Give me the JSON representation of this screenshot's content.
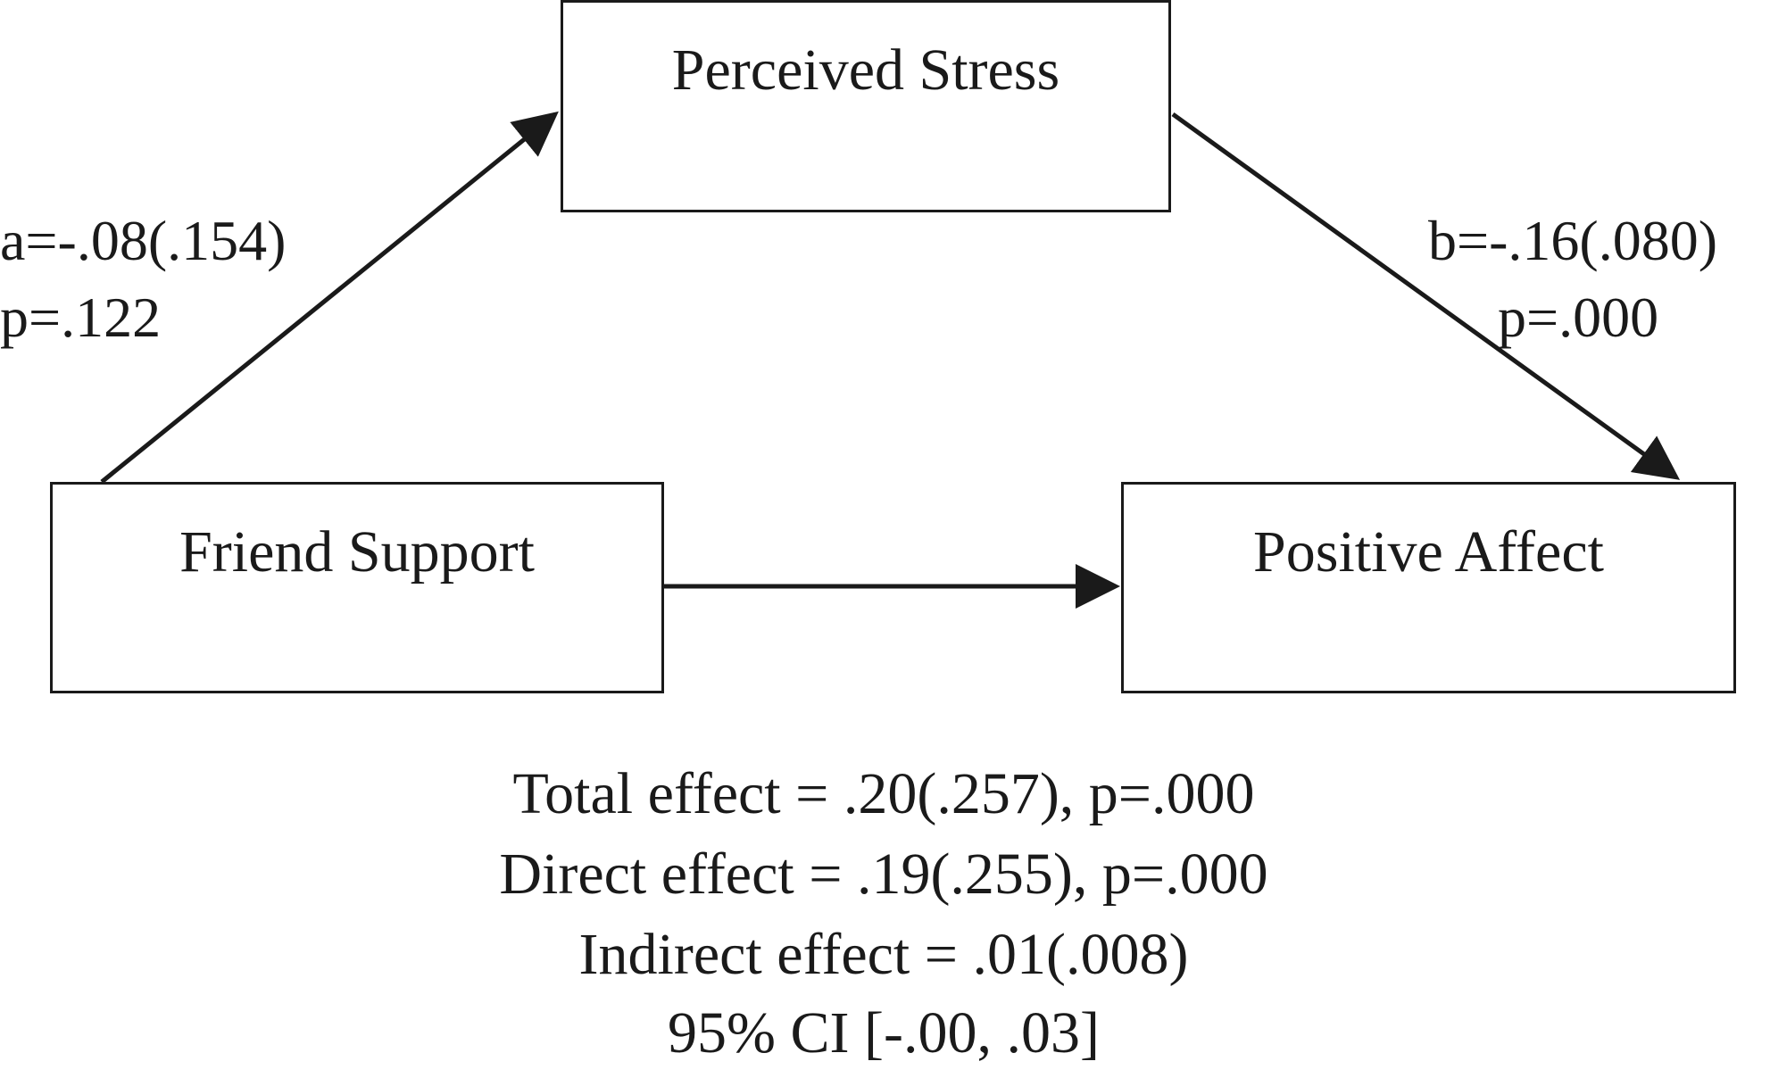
{
  "nodes": {
    "mediator": {
      "label": "Perceived Stress"
    },
    "predictor": {
      "label": "Friend Support"
    },
    "outcome": {
      "label": "Positive Affect"
    }
  },
  "paths": {
    "a": {
      "coefficient": "a=-.08(.154)",
      "p": "p=.122"
    },
    "b": {
      "coefficient": "b=-.16(.080)",
      "p": "p=.000"
    }
  },
  "summary": {
    "total_effect": "Total effect = .20(.257), p=.000",
    "direct_effect": "Direct effect = .19(.255), p=.000",
    "indirect_effect": "Indirect effect = .01(.008)",
    "ci": "95% CI [-.00, .03]"
  },
  "colors": {
    "line": "#1a1a1a",
    "background": "#ffffff"
  }
}
